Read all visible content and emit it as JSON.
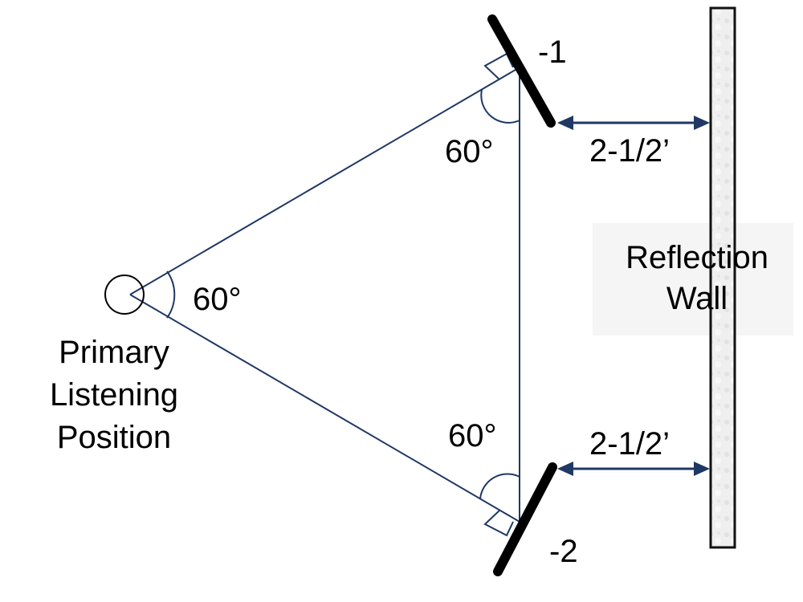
{
  "diagram": {
    "listener": {
      "label_lines": [
        "Primary",
        "Listening",
        "Position"
      ]
    },
    "angles": {
      "listener_angle": "60°",
      "top_speaker_angle": "60°",
      "bottom_speaker_angle": "60°"
    },
    "speakers": [
      {
        "id": "speaker-1",
        "label": "-1"
      },
      {
        "id": "speaker-2",
        "label": "-2"
      }
    ],
    "distances": {
      "top": "2-1/2’",
      "bottom": "2-1/2’"
    },
    "wall": {
      "label_lines": [
        "Reflection",
        "Wall"
      ]
    },
    "colors": {
      "line": "#1f3864",
      "speaker": "#000000",
      "wall_fill": "#ececec",
      "label_box": "#f5f5f5"
    }
  }
}
